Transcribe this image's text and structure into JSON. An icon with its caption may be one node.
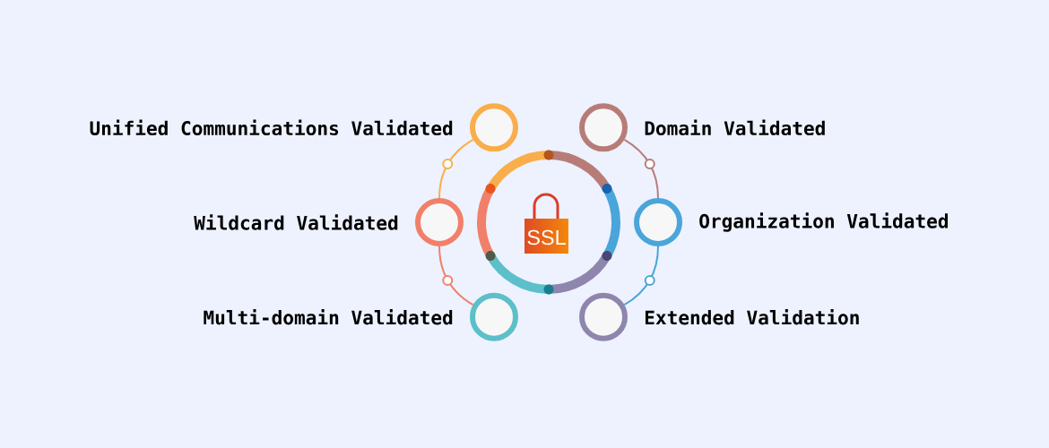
{
  "diagram": {
    "nodes": [
      {
        "text": [],
        "shape": "circle",
        "beside": [
          "Unified Communications Validated"
        ]
      },
      {
        "text": [],
        "shape": "circle",
        "beside": [
          "Domain Validated"
        ]
      },
      {
        "text": [],
        "shape": "circle",
        "beside": [
          "Wildcard Validated"
        ]
      },
      {
        "text": [],
        "shape": "circle",
        "beside": [
          "Organization Validated"
        ]
      },
      {
        "text": [],
        "shape": "circle",
        "beside": [
          "Multi-domain Validated"
        ]
      },
      {
        "text": [],
        "shape": "circle",
        "beside": [
          "Extended Validation"
        ]
      }
    ],
    "edges": [
      {
        "from": 0,
        "to": 2,
        "arrow": "none",
        "color": "#f9ae4b"
      },
      {
        "from": 2,
        "to": 4,
        "arrow": "none",
        "color": "#f0806a"
      },
      {
        "from": 1,
        "to": 3,
        "arrow": "none",
        "color": "#b87c78"
      },
      {
        "from": 3,
        "to": 5,
        "arrow": "none",
        "color": "#4aa5da"
      }
    ],
    "labels": [
      "SSL"
    ]
  }
}
